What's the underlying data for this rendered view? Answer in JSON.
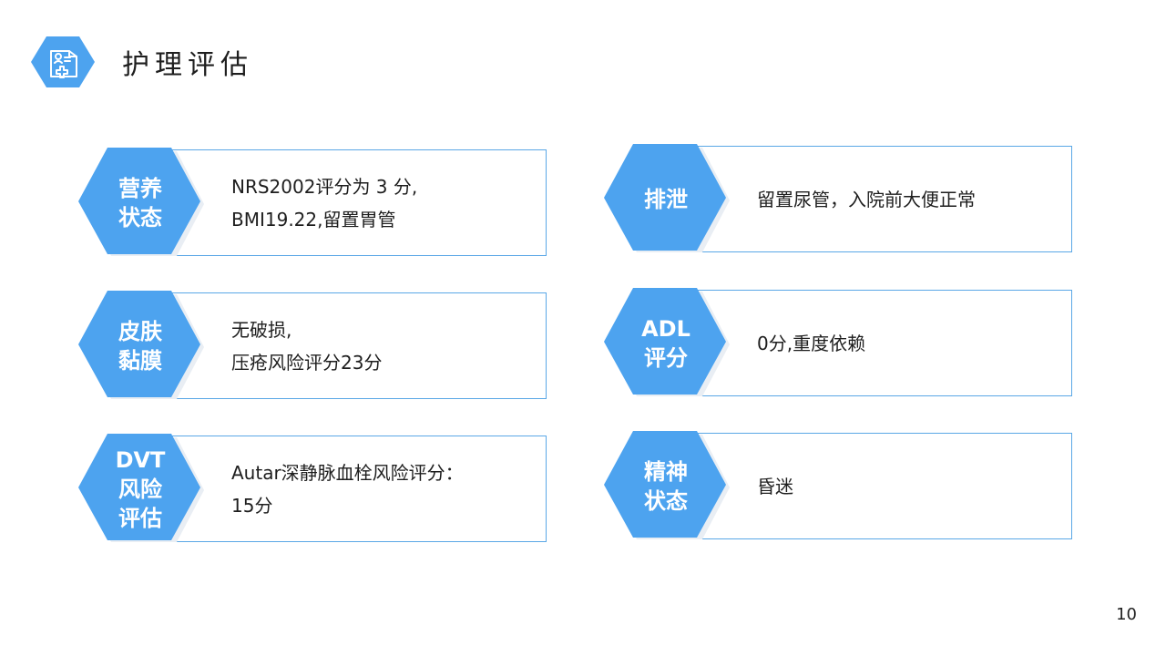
{
  "slide": {
    "title": "护理评估",
    "page_number": "10",
    "accent_color": "#4da3ef",
    "border_color": "#5aa7e6",
    "icon": "medical-folder-icon"
  },
  "cards": [
    {
      "key": "nutrition",
      "label": "营养\n状态",
      "lines": [
        "NRS2002评分为 3 分,",
        "BMI19.22,留置胃管"
      ]
    },
    {
      "key": "excretion",
      "label": "排泄",
      "lines": [
        "留置尿管，入院前大便正常"
      ]
    },
    {
      "key": "skin",
      "label": "皮肤\n黏膜",
      "lines": [
        "无破损,",
        "压疮风险评分23分"
      ]
    },
    {
      "key": "adl",
      "label": "ADL\n评分",
      "lines": [
        "0分,重度依赖"
      ]
    },
    {
      "key": "dvt",
      "label": "DVT\n风险\n评估",
      "lines": [
        "Autar深静脉血栓风险评分：",
        "15分"
      ]
    },
    {
      "key": "mental",
      "label": "精神\n状态",
      "lines": [
        "昏迷"
      ]
    }
  ]
}
